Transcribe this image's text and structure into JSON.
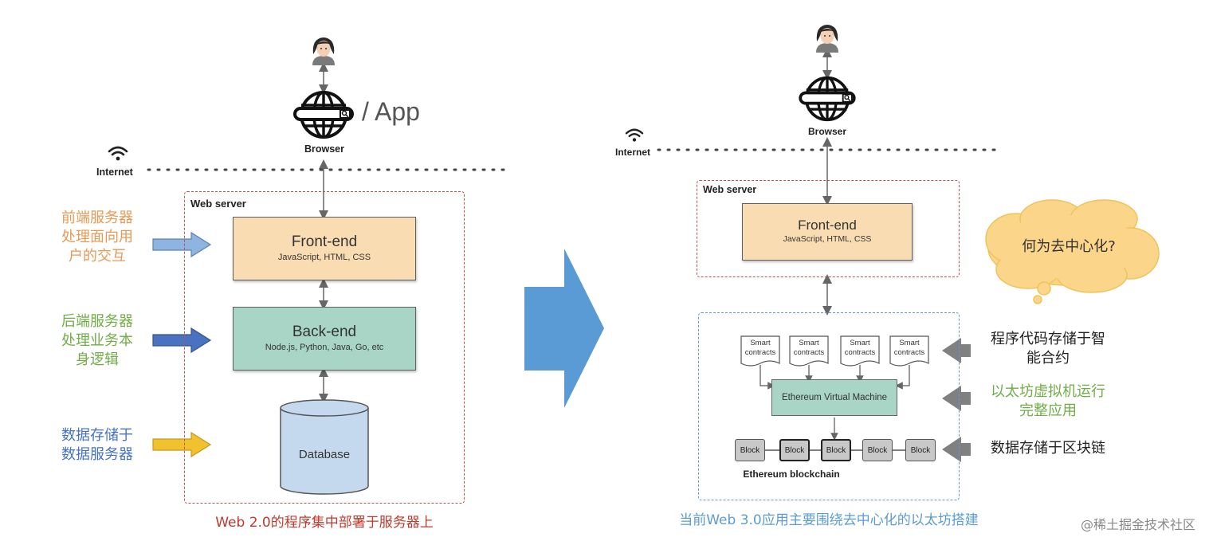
{
  "left": {
    "app_label": "/ App",
    "browser_label": "Browser",
    "internet_label": "Internet",
    "web_server_label": "Web server",
    "frontend": {
      "title": "Front-end",
      "subtitle": "JavaScript, HTML, CSS"
    },
    "backend": {
      "title": "Back-end",
      "subtitle": "Node.js, Python, Java, Go, etc"
    },
    "database_label": "Database",
    "annotations": [
      {
        "lines": [
          "前端服务器",
          "处理面向用",
          "户的交互"
        ],
        "color": "#e69a55"
      },
      {
        "lines": [
          "后端服务器",
          "处理业务本",
          "身逻辑"
        ],
        "color": "#70ad47"
      },
      {
        "lines": [
          "数据存储于",
          "数据服务器"
        ],
        "color": "#4472c4"
      }
    ],
    "caption": "Web 2.0的程序集中部署于服务器上"
  },
  "right": {
    "browser_label": "Browser",
    "internet_label": "Internet",
    "web_server_label": "Web server",
    "frontend": {
      "title": "Front-end",
      "subtitle": "JavaScript, HTML, CSS"
    },
    "cloud_text": "何为去中心化?",
    "contracts": [
      "Smart contracts",
      "Smart contracts",
      "Smart contracts",
      "Smart contracts"
    ],
    "evm_label": "Ethereum Virtual Machine",
    "blocks": [
      "Block",
      "Block",
      "Block",
      "Block",
      "Block"
    ],
    "blockchain_label": "Ethereum blockchain",
    "annotations": [
      {
        "lines": [
          "程序代码存储于智",
          "能合约"
        ],
        "color": "#222222"
      },
      {
        "lines": [
          "以太坊虚拟机运行",
          "完整应用"
        ],
        "color": "#70ad47"
      },
      {
        "lines": [
          "数据存储于区块链"
        ],
        "color": "#222222"
      }
    ],
    "caption": "当前Web 3.0应用主要围绕去中心化的以太坊搭建"
  },
  "watermark": "@稀土掘金技术社区",
  "icons": [
    "user-avatar-icon",
    "globe-browser-icon",
    "wifi-icon",
    "arrow-right-icon"
  ],
  "colors": {
    "frontend_fill": "#f9dcb2",
    "backend_fill": "#a9d5c6",
    "database_fill": "#c5d9ee",
    "red_dash": "#c0504d",
    "blue_dash": "#5b9bd5",
    "big_arrow": "#5b9bd5",
    "cloud_fill": "#fbd68a"
  }
}
